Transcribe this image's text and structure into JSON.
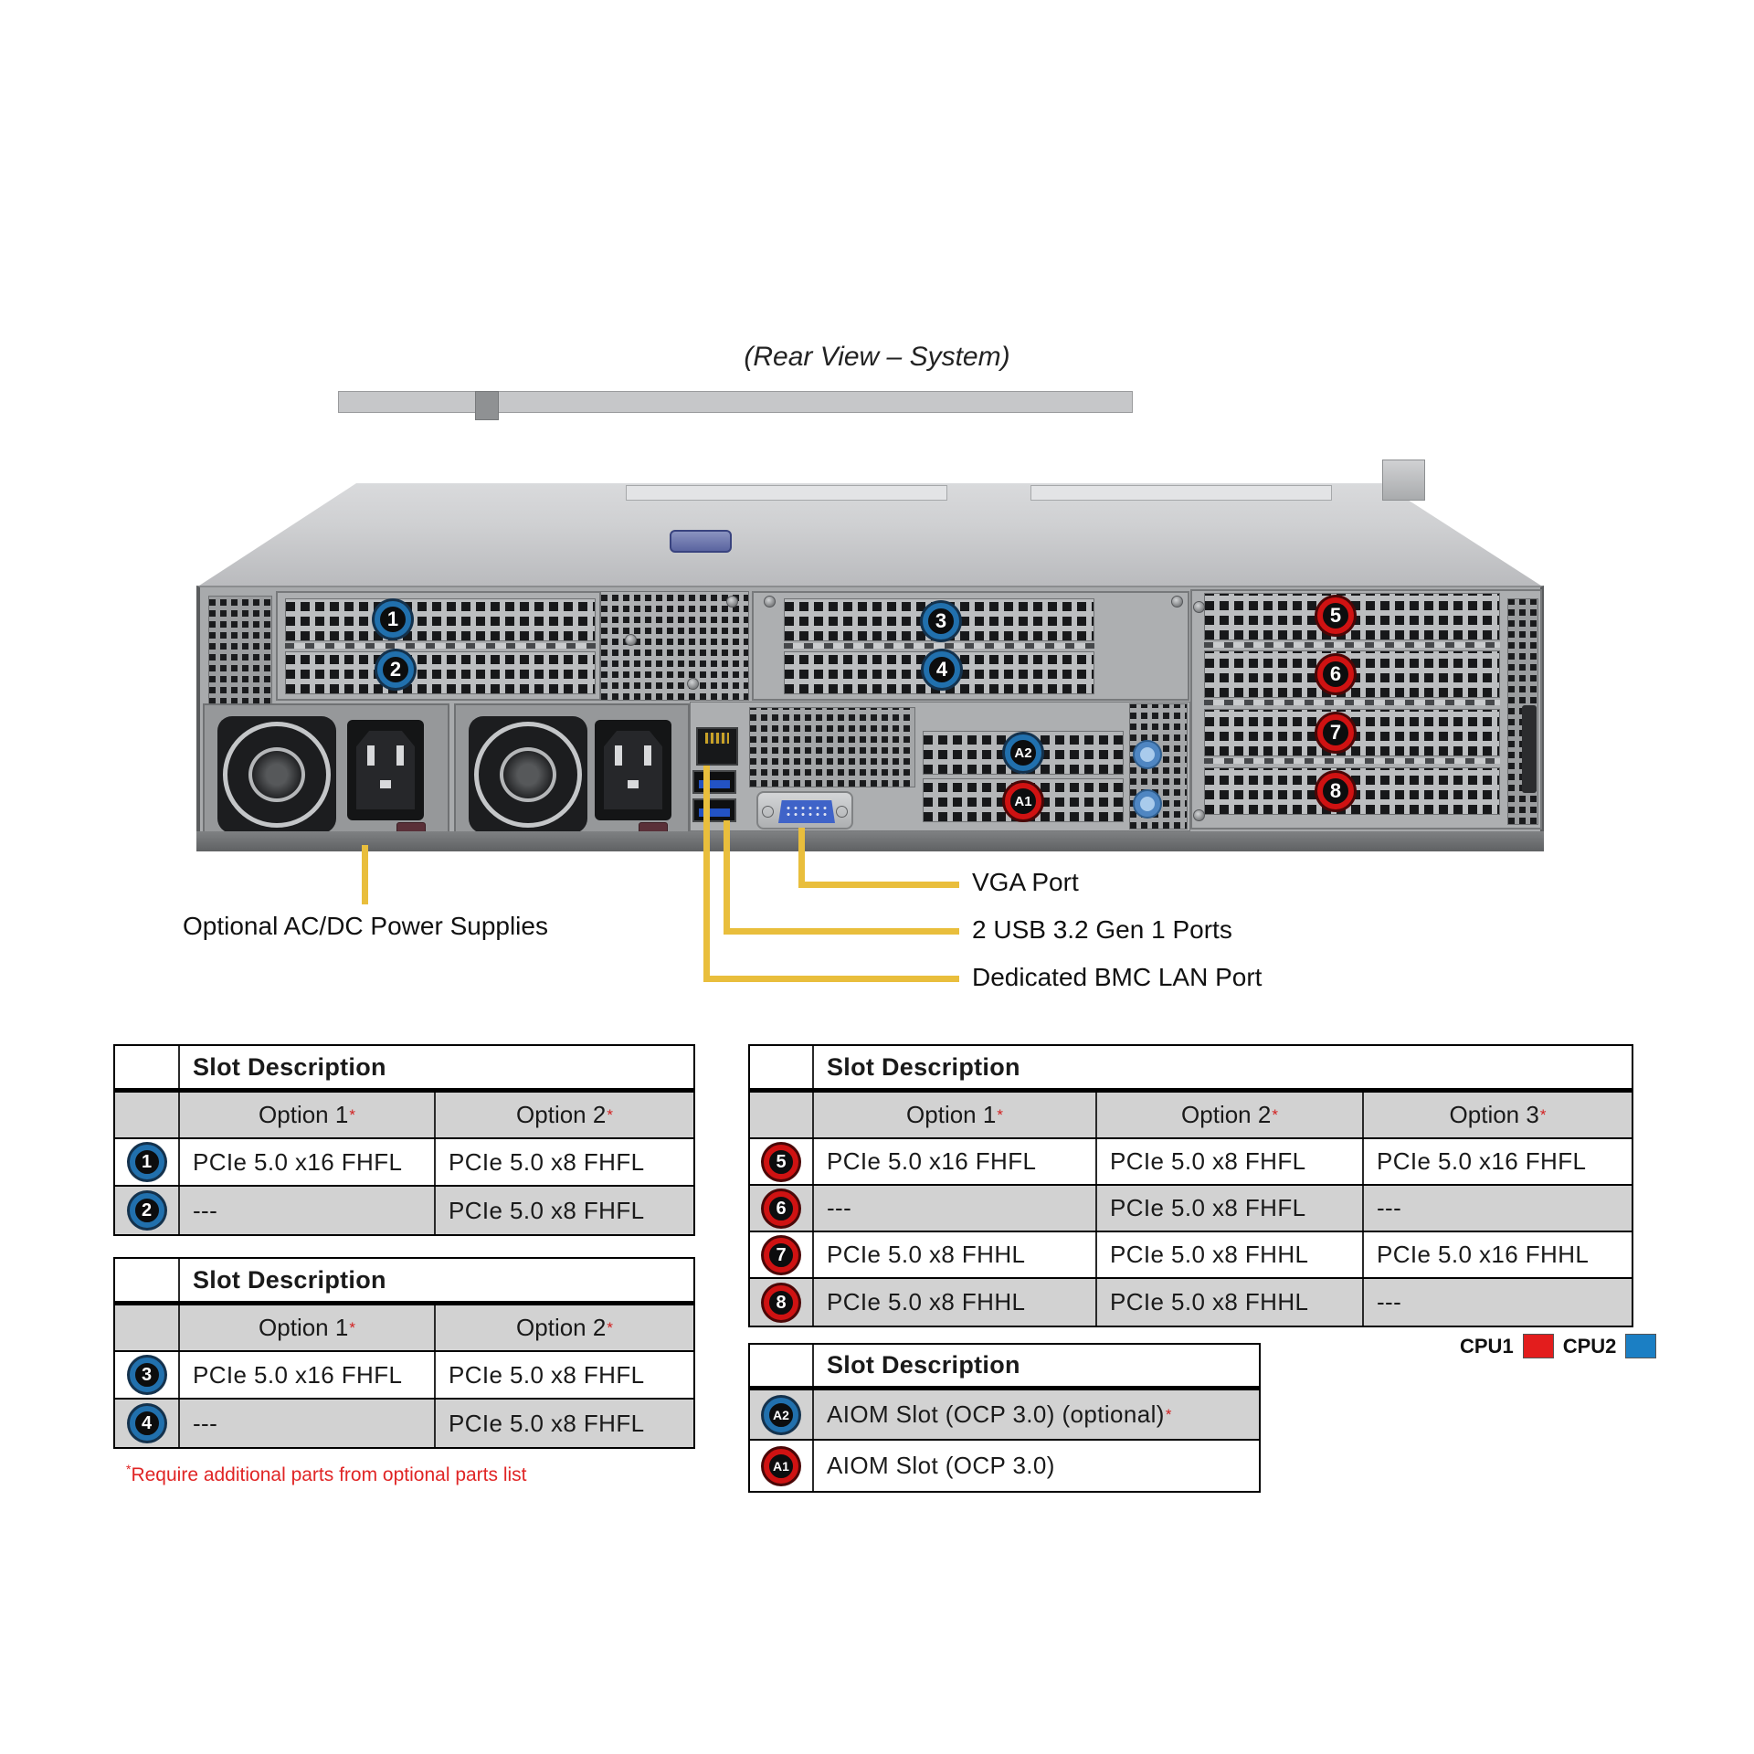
{
  "title": "(Rear View – System)",
  "footnote_marker": "*",
  "footnote": "Require additional parts from optional parts list",
  "callouts": {
    "psu": "Optional AC/DC Power Supplies",
    "vga": "VGA Port",
    "usb": "2 USB 3.2 Gen 1 Ports",
    "bmc": "Dedicated BMC LAN Port"
  },
  "legend": {
    "cpu1_label": "CPU1",
    "cpu2_label": "CPU2",
    "cpu1_color": "#e31d1d",
    "cpu2_color": "#1b7fc4"
  },
  "colors": {
    "callout_line": "#e9be3c",
    "table_row_gray": "#d2d2d2",
    "badge_ring_blue": "#2170ad",
    "badge_ring_red": "#cf1212",
    "footnote_red": "#e02525"
  },
  "chassis_badges": [
    {
      "label": "1",
      "cpu": "cpu2"
    },
    {
      "label": "2",
      "cpu": "cpu2"
    },
    {
      "label": "3",
      "cpu": "cpu2"
    },
    {
      "label": "4",
      "cpu": "cpu2"
    },
    {
      "label": "5",
      "cpu": "cpu1"
    },
    {
      "label": "6",
      "cpu": "cpu1"
    },
    {
      "label": "7",
      "cpu": "cpu1"
    },
    {
      "label": "8",
      "cpu": "cpu1"
    },
    {
      "label": "A2",
      "cpu": "cpu2"
    },
    {
      "label": "A1",
      "cpu": "cpu1"
    }
  ],
  "tables": {
    "slots12": {
      "header": "Slot Description",
      "columns": [
        "Option 1",
        "Option 2"
      ],
      "rows": [
        {
          "slot": "1",
          "cpu": "cpu2",
          "cells": [
            "PCIe 5.0 x16 FHFL",
            "PCIe 5.0 x8 FHFL"
          ]
        },
        {
          "slot": "2",
          "cpu": "cpu2",
          "cells": [
            "---",
            "PCIe 5.0 x8 FHFL"
          ]
        }
      ]
    },
    "slots34": {
      "header": "Slot Description",
      "columns": [
        "Option 1",
        "Option 2"
      ],
      "rows": [
        {
          "slot": "3",
          "cpu": "cpu2",
          "cells": [
            "PCIe 5.0 x16 FHFL",
            "PCIe 5.0 x8 FHFL"
          ]
        },
        {
          "slot": "4",
          "cpu": "cpu2",
          "cells": [
            "---",
            "PCIe 5.0 x8 FHFL"
          ]
        }
      ]
    },
    "slots5678": {
      "header": "Slot Description",
      "columns": [
        "Option 1",
        "Option 2",
        "Option 3"
      ],
      "rows": [
        {
          "slot": "5",
          "cpu": "cpu1",
          "cells": [
            "PCIe 5.0 x16 FHFL",
            "PCIe 5.0 x8 FHFL",
            "PCIe 5.0 x16 FHFL"
          ]
        },
        {
          "slot": "6",
          "cpu": "cpu1",
          "cells": [
            "---",
            "PCIe 5.0 x8 FHFL",
            "---"
          ]
        },
        {
          "slot": "7",
          "cpu": "cpu1",
          "cells": [
            "PCIe 5.0 x8 FHHL",
            "PCIe 5.0 x8 FHHL",
            "PCIe 5.0 x16 FHHL"
          ]
        },
        {
          "slot": "8",
          "cpu": "cpu1",
          "cells": [
            "PCIe 5.0 x8 FHHL",
            "PCIe 5.0 x8 FHHL",
            "---"
          ]
        }
      ]
    },
    "aiom": {
      "header": "Slot Description",
      "rows": [
        {
          "slot": "A2",
          "cpu": "cpu2",
          "label": "AIOM Slot (OCP 3.0) (optional)",
          "has_marker": true
        },
        {
          "slot": "A1",
          "cpu": "cpu1",
          "label": "AIOM Slot (OCP 3.0)",
          "has_marker": false
        }
      ]
    }
  }
}
